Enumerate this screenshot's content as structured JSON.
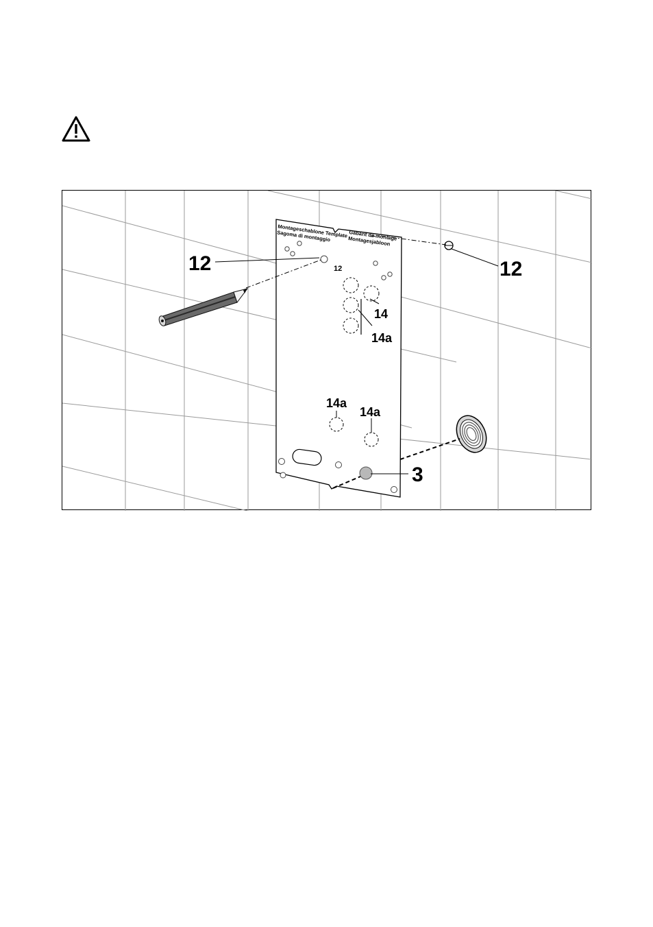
{
  "warning": {
    "icon": "warning-triangle-icon"
  },
  "figure": {
    "template_header": {
      "left_line1": "Montageschablone",
      "left_line2": "Sagoma di montaggio",
      "center": "Template",
      "right_line1": "Gabarit de montage",
      "right_line2": "Montagesjabloon",
      "hole_label": "12"
    },
    "callouts": {
      "pencil_mark": "12",
      "wall_mark": "12",
      "hole_14": "14",
      "hole_14a_upper": "14a",
      "hole_14a_lower_left": "14a",
      "hole_14a_lower_right": "14a",
      "wall_sleeve": "3"
    },
    "icons": [
      "pencil-icon",
      "threaded-sleeve-icon"
    ]
  }
}
